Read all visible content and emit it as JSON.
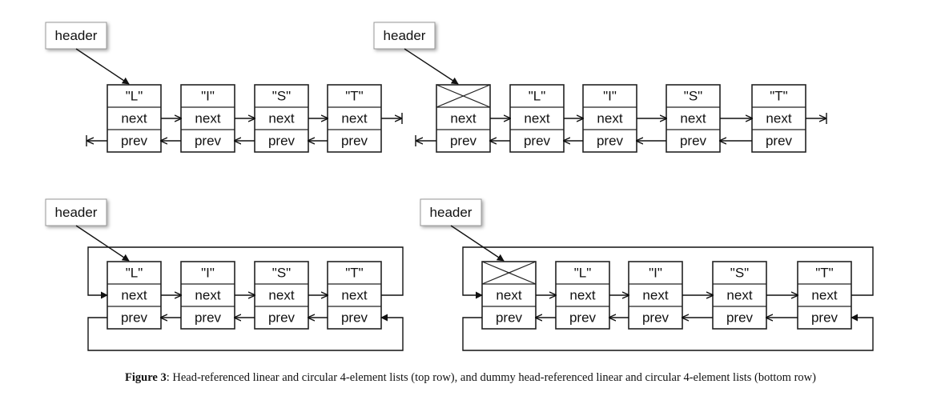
{
  "header_label": "header",
  "fields": {
    "next": "next",
    "prev": "prev"
  },
  "values": [
    "\"L\"",
    "\"I\"",
    "\"S\"",
    "\"T\""
  ],
  "caption": {
    "label": "Figure 3",
    "text": ": Head-referenced linear and circular 4-element lists (top row), and dummy head-referenced linear and circular 4-element lists (bottom row)"
  },
  "diagrams": [
    {
      "id": "linear",
      "dummy": false,
      "circular": false
    },
    {
      "id": "dummy-linear",
      "dummy": true,
      "circular": false
    },
    {
      "id": "circular",
      "dummy": false,
      "circular": true
    },
    {
      "id": "dummy-circular",
      "dummy": true,
      "circular": true
    }
  ]
}
